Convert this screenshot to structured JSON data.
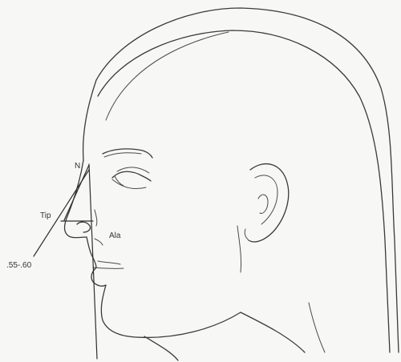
{
  "diagram": {
    "labels": {
      "nasion": "N",
      "tip": "Tip",
      "ala": "Ala",
      "ratio": ".55-.60"
    },
    "colors": {
      "background": "#ffffff",
      "paper": "#f7f7f5",
      "ink": "#3a3a3a"
    }
  }
}
